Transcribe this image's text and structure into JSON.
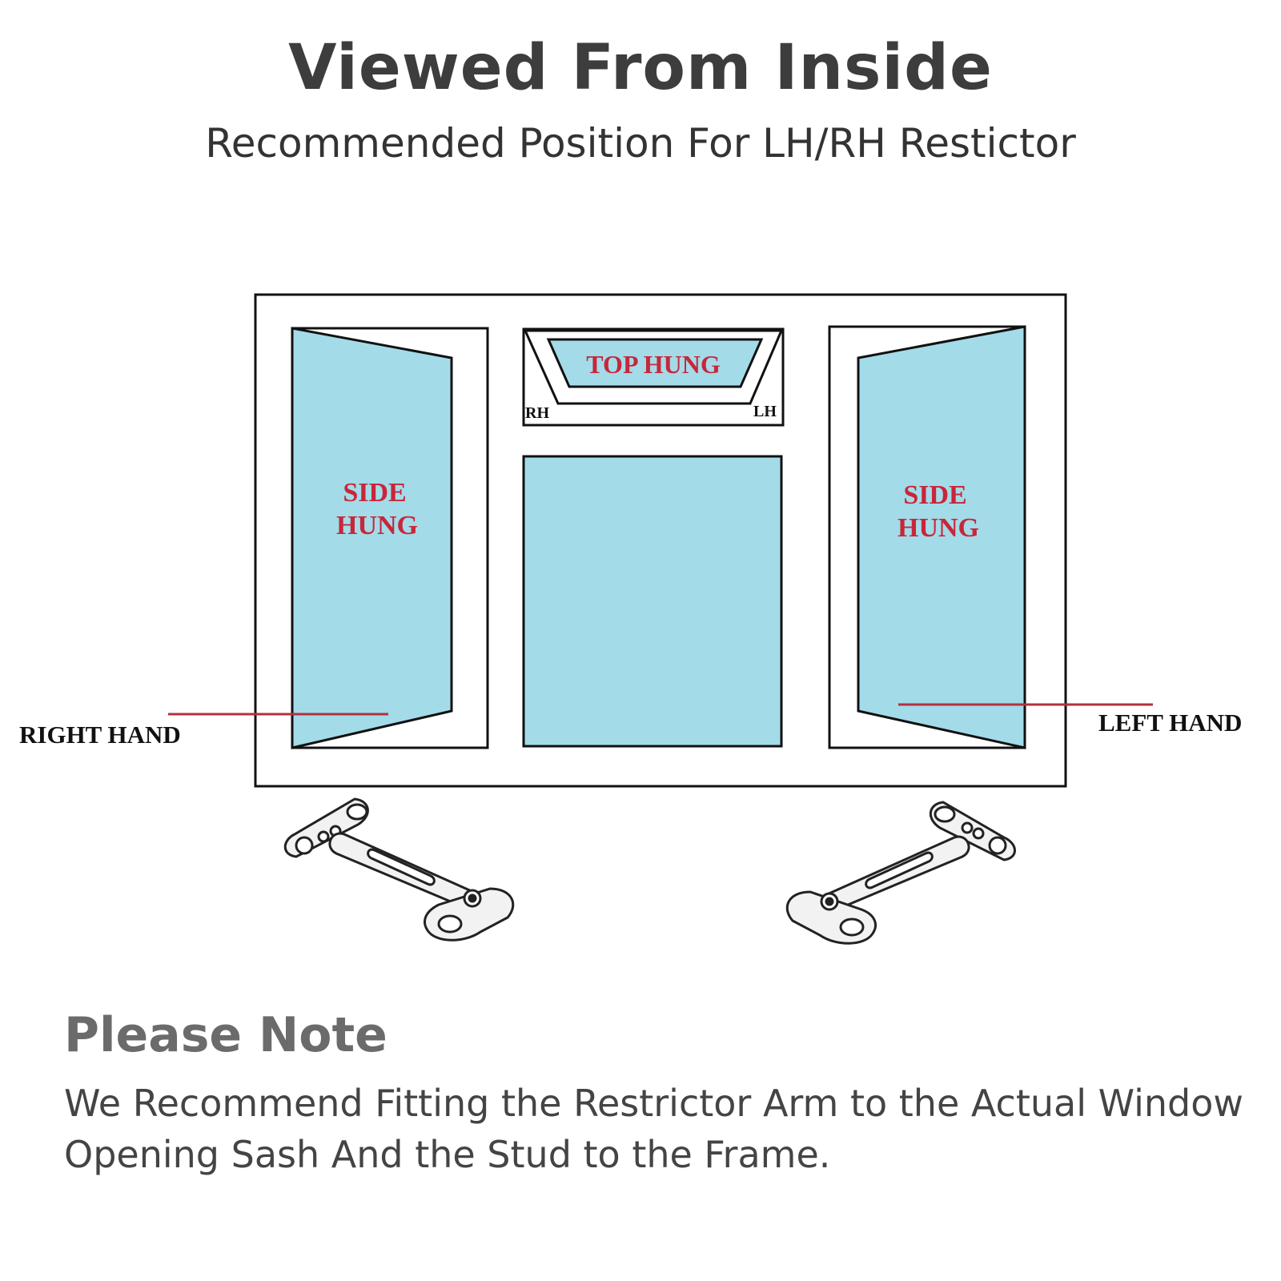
{
  "header": {
    "title": "Viewed From Inside",
    "subtitle": "Recommended Position For LH/RH Restictor"
  },
  "diagram": {
    "left_panel": {
      "line1": "SIDE",
      "line2": "HUNG"
    },
    "right_panel": {
      "line1": "SIDE",
      "line2": "HUNG"
    },
    "top_panel": {
      "label": "TOP HUNG",
      "rh": "RH",
      "lh": "LH"
    },
    "right_hand_label": "RIGHT HAND",
    "left_hand_label": "LEFT HAND",
    "colors": {
      "glass": "#a3dbe9",
      "label_red": "#c8263a",
      "frame": "#111111",
      "pointer_line": "#b3303f"
    }
  },
  "note": {
    "heading": "Please Note",
    "line1": "We Recommend Fitting the Restrictor Arm to the Actual Window",
    "line2": "Opening Sash And the Stud to the Frame."
  }
}
